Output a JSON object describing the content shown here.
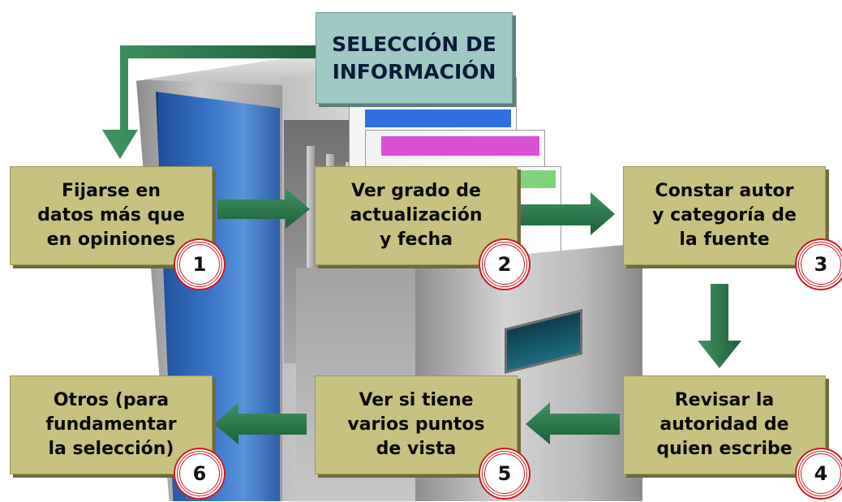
{
  "title": "SELECCIÓN DE\nINFORMACIÓN",
  "steps": [
    {
      "number": "1",
      "text": "Fijarse en\ndatos más que\nen opiniones"
    },
    {
      "number": "2",
      "text": "Ver grado de\nactualización\ny fecha"
    },
    {
      "number": "3",
      "text": "Constar autor\ny categoría de\nla fuente"
    },
    {
      "number": "4",
      "text": "Revisar la\nautoridad de\nquien escribe"
    },
    {
      "number": "5",
      "text": "Ver si tiene\nvarios puntos\nde vista"
    },
    {
      "number": "6",
      "text": "Otros (para\nfundamentar\nla selección)"
    }
  ],
  "colors": {
    "box_fill": "#c7c27f",
    "title_fill": "#9ec9c4",
    "arrow_fill": "#2e7d4f",
    "badge_ring": "#d3191c"
  },
  "icons": {
    "illustration": "filing-cabinet-icon",
    "connector": "arrow-icon"
  }
}
